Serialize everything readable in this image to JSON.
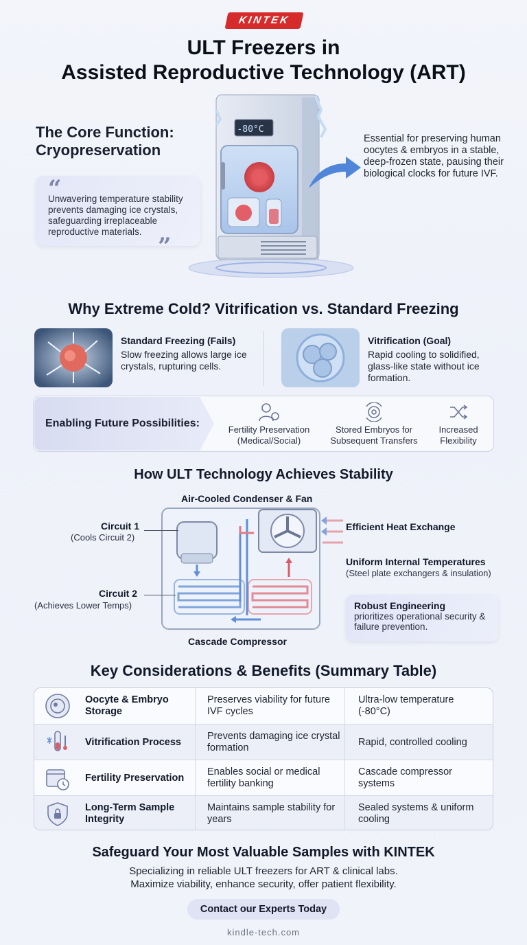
{
  "brand": "KINTEK",
  "title_line1": "ULT Freezers in",
  "title_line2": "Assisted Reproductive Technology (ART)",
  "core": {
    "title_line1": "The Core Function:",
    "title_line2": "Cryopreservation",
    "quote": "Unwavering temperature stability prevents damaging ice crystals, safeguarding irreplaceable reproductive materials.",
    "essential": "Essential for preserving human oocytes & embryos in a stable, deep-frozen state, pausing their biological clocks for future IVF.",
    "display_temp": "-80°C"
  },
  "vitrification": {
    "heading": "Why Extreme Cold? Vitrification vs. Standard Freezing",
    "standard_title": "Standard Freezing (Fails)",
    "standard_text": "Slow freezing allows large ice crystals, rupturing cells.",
    "vitri_title": "Vitrification (Goal)",
    "vitri_text": "Rapid cooling to solidified, glass-like state without ice formation."
  },
  "enabling": {
    "label": "Enabling Future Possibilities:",
    "items": [
      {
        "line1": "Fertility Preservation",
        "line2": "(Medical/Social)",
        "icon": "doctor-icon"
      },
      {
        "line1": "Stored Embryos for",
        "line2": "Subsequent Transfers",
        "icon": "embryo-cycle-icon"
      },
      {
        "line1": "Increased",
        "line2": "Flexibility",
        "icon": "shuffle-icon"
      }
    ]
  },
  "tech": {
    "heading": "How ULT Technology Achieves Stability",
    "condenser": "Air-Cooled Condenser & Fan",
    "circuit1": "Circuit 1",
    "circuit1_sub": "(Cools Circuit 2)",
    "circuit2": "Circuit 2",
    "circuit2_sub": "(Achieves Lower Temps)",
    "heat": "Efficient Heat Exchange",
    "uniform": "Uniform Internal Temperatures",
    "uniform_sub": "(Steel plate exchangers & insulation)",
    "compressor": "Cascade Compressor",
    "robust_title": "Robust Engineering",
    "robust_text": "prioritizes operational security & failure prevention."
  },
  "table": {
    "heading": "Key Considerations & Benefits (Summary Table)",
    "rows": [
      {
        "icon": "embryo-icon",
        "c1": "Oocyte & Embryo Storage",
        "c2": "Preserves viability for future IVF cycles",
        "c3": "Ultra-low temperature (-80°C)"
      },
      {
        "icon": "test-tube-icon",
        "c1": "Vitrification Process",
        "c2": "Prevents damaging ice crystal formation",
        "c3": "Rapid, controlled cooling"
      },
      {
        "icon": "calendar-clock-icon",
        "c1": "Fertility Preservation",
        "c2": "Enables social or medical fertility banking",
        "c3": "Cascade compressor systems"
      },
      {
        "icon": "shield-lock-icon",
        "c1": "Long-Term Sample Integrity",
        "c2": "Maintains sample stability for years",
        "c3": "Sealed systems & uniform cooling"
      }
    ]
  },
  "cta": {
    "title": "Safeguard Your Most Valuable Samples with KINTEK",
    "line1": "Specializing in reliable ULT freezers for ART & clinical labs.",
    "line2": "Maximize viability, enhance security, offer patient flexibility.",
    "button": "Contact our Experts Today",
    "url": "kindle-tech.com"
  }
}
